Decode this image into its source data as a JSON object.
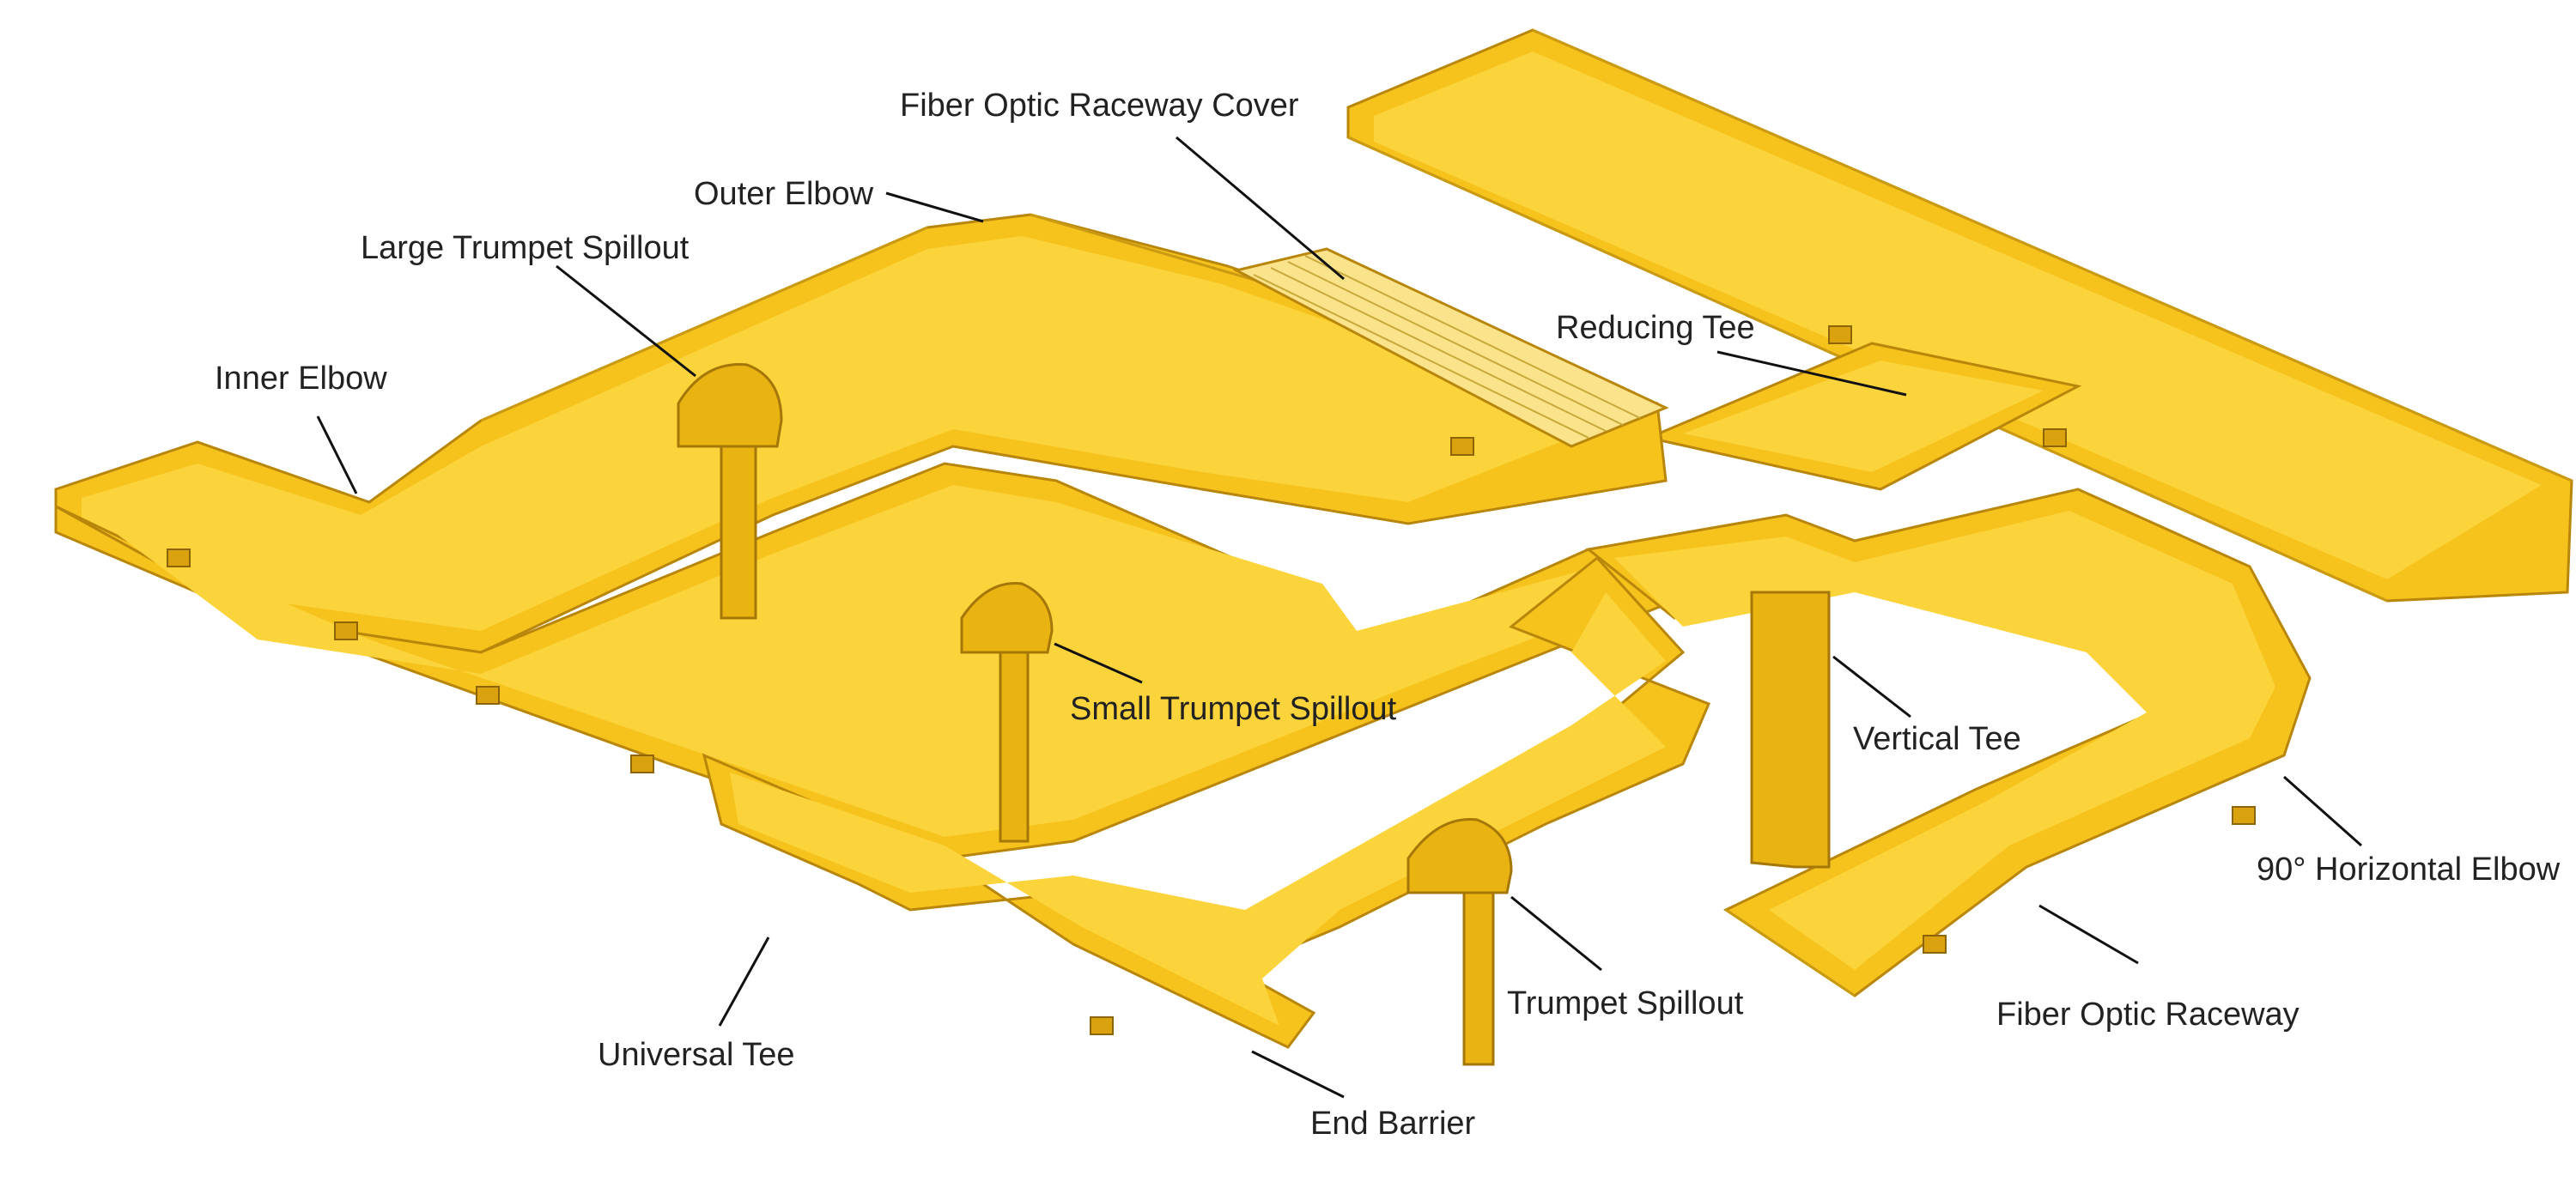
{
  "labels": {
    "fiber_optic_raceway_cover": "Fiber Optic Raceway Cover",
    "outer_elbow": "Outer Elbow",
    "large_trumpet_spillout": "Large Trumpet Spillout",
    "inner_elbow": "Inner Elbow",
    "reducing_tee": "Reducing Tee",
    "small_trumpet_spillout": "Small Trumpet Spillout",
    "vertical_tee": "Vertical Tee",
    "horizontal_elbow_90": "90° Horizontal Elbow",
    "trumpet_spillout": "Trumpet Spillout",
    "fiber_optic_raceway": "Fiber Optic Raceway",
    "universal_tee": "Universal Tee",
    "end_barrier": "End Barrier"
  },
  "colors": {
    "raceway_yellow": "#f6c21c",
    "raceway_shadow": "#b8860b",
    "label_text": "#222222",
    "leader_line": "#111111",
    "background": "#ffffff"
  }
}
